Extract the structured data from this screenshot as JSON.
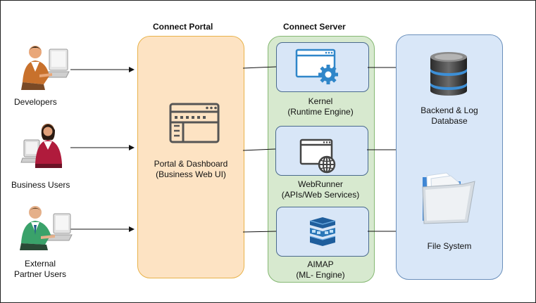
{
  "users": {
    "developers": "Developers",
    "business": "Business Users",
    "partner_line1": "External",
    "partner_line2": "Partner Users"
  },
  "portal": {
    "heading": "Connect Portal",
    "label_line1": "Portal & Dashboard",
    "label_line2": "(Business Web UI)"
  },
  "server": {
    "heading": "Connect Server",
    "kernel_line1": "Kernel",
    "kernel_line2": "(Runtime Engine)",
    "webrunner_line1": "WebRunner",
    "webrunner_line2": "(APIs/Web Services)",
    "aimap_line1": "AIMAP",
    "aimap_line2": "(ML- Engine)"
  },
  "backend": {
    "db_line1": "Backend & Log",
    "db_line2": "Database",
    "fs": "File System"
  },
  "colors": {
    "portal_fill": "#fde3c3",
    "portal_border": "#e8b24a",
    "server_fill": "#d7e9cf",
    "server_border": "#86b873",
    "component_fill": "#d8e6f7",
    "backend_fill": "#d9e7f8",
    "backend_border": "#6a8fbb",
    "icon_blue": "#2f86c9"
  },
  "icons": {
    "developer": "developer-person-icon",
    "business": "business-person-icon",
    "partner": "partner-person-icon",
    "portal": "browser-window-icon",
    "kernel": "window-gear-icon",
    "webrunner": "window-globe-icon",
    "aimap": "layered-cube-icon",
    "database": "database-icon",
    "filesystem": "folder-icon"
  }
}
